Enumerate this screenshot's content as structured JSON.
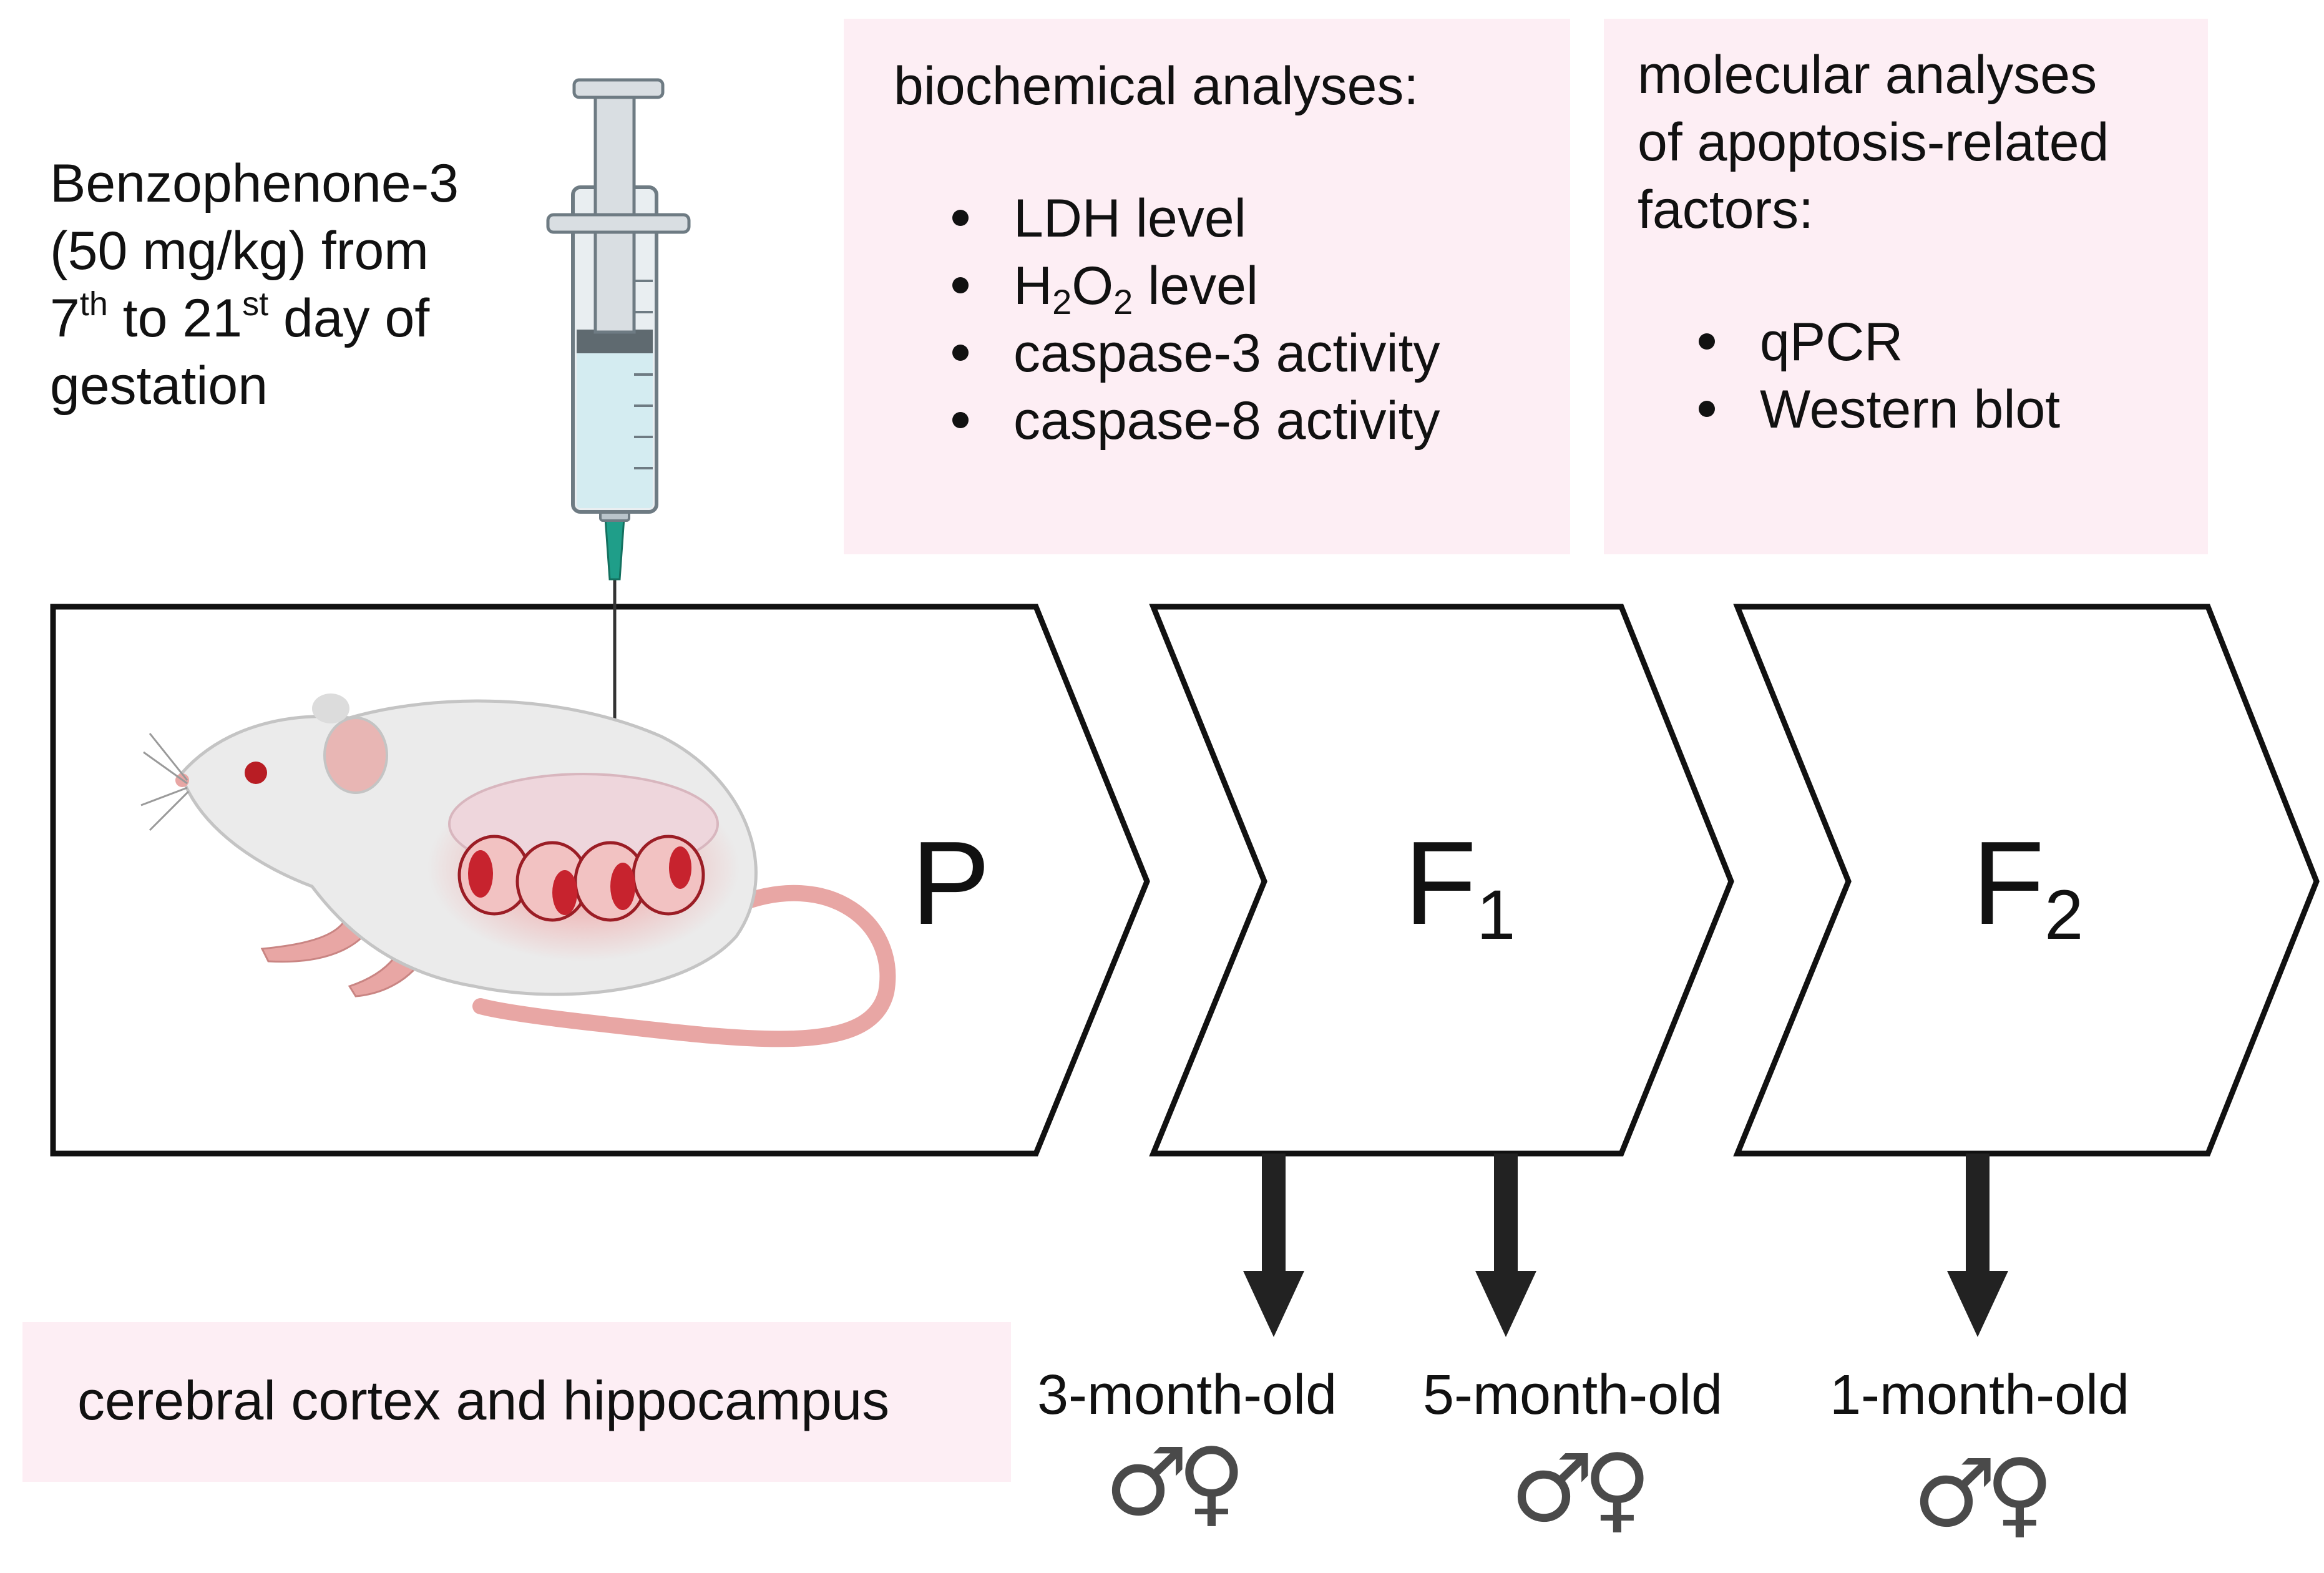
{
  "dose_text": {
    "line1": "Benzophenone-3",
    "line2": "(50 mg/kg) from",
    "line3_a": "7",
    "line3_sup_a": "th",
    "line3_b": " to 21",
    "line3_sup_b": "st",
    "line3_c": " day of",
    "line4": "gestation"
  },
  "biochemical": {
    "title": "biochemical analyses:",
    "items": {
      "ldh": "LDH level",
      "h2o2": {
        "h": "H",
        "sub1": "2",
        "o": "O",
        "sub2": "2",
        "rest": " level"
      },
      "casp3": "caspase-3 activity",
      "casp8": "caspase-8 activity"
    }
  },
  "molecular": {
    "title_l1": "molecular analyses",
    "title_l2": "of apoptosis-related",
    "title_l3": "factors:",
    "items": {
      "qpcr": "qPCR",
      "wb": "Western blot"
    }
  },
  "generations": {
    "p": {
      "label": "P"
    },
    "f1": {
      "label": "F",
      "sub": "1"
    },
    "f2": {
      "label": "F",
      "sub": "2"
    }
  },
  "tissue": "cerebral cortex and hippocampus",
  "ages": {
    "a3": "3-month-old",
    "a5": "5-month-old",
    "a1": "1-month-old"
  },
  "sex_symbols": "♂♀",
  "colors": {
    "box_fill": "#fdeef4",
    "arrow": "#222222",
    "mouse_body": "#ebebeb",
    "mouse_pink": "#e8a6a4",
    "embryo_red": "#c7232e",
    "syringe_fluid": "#d4ecf1",
    "needle_hub": "#1f9e89"
  }
}
